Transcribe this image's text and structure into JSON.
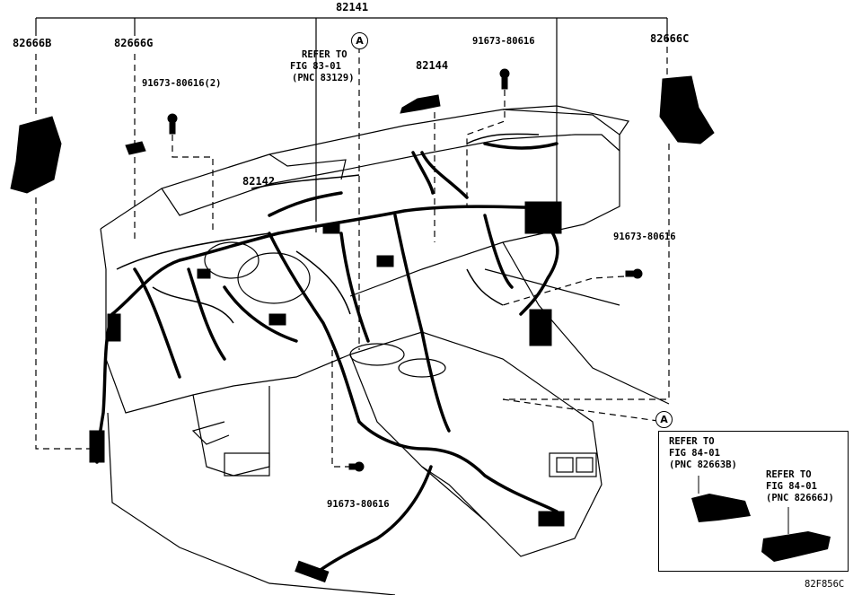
{
  "diagram": {
    "part_numbers": {
      "main_harness": "82141",
      "left_block": "82666B",
      "left_connector": "82666G",
      "right_block": "82666C",
      "clip": "82144",
      "center_harness": "82142"
    },
    "bolts": {
      "bolt_left": "91673-80616(2)",
      "bolt_top": "91673-80616",
      "bolt_right": "91673-80616",
      "bolt_bottom": "91673-80616"
    },
    "refer_top": {
      "line1": "REFER TO",
      "line2": "FIG 83-01",
      "line3": "(PNC 83129)"
    },
    "callout_marker": "A",
    "inset": {
      "marker": "A",
      "ref_a": {
        "line1": "REFER TO",
        "line2": "FIG 84-01",
        "line3": "(PNC 82663B)"
      },
      "ref_b": {
        "line1": "REFER TO",
        "line2": "FIG 84-01",
        "line3": "(PNC 82666J)"
      }
    },
    "figure_code": "82F856C"
  }
}
